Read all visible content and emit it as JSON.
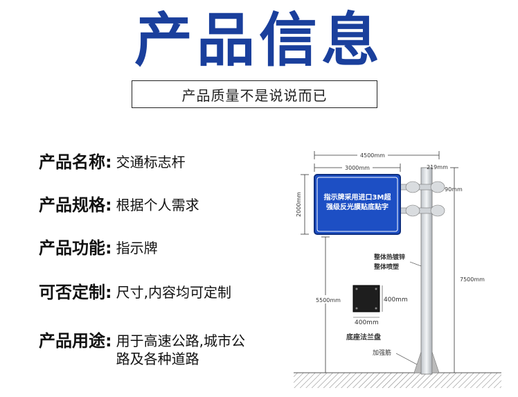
{
  "header": {
    "title": "产品信息",
    "subtitle": "产品质量不是说说而已"
  },
  "specs": [
    {
      "label": "产品名称:",
      "value": "交通标志杆"
    },
    {
      "label": "产品规格:",
      "value": "根据个人需求"
    },
    {
      "label": "产品功能:",
      "value": "指示牌"
    },
    {
      "label": "可否定制:",
      "value": "尺寸,内容均可定制"
    },
    {
      "label": "产品用途:",
      "value": "用于高速公路,城市公路及各种道路"
    }
  ],
  "diagram": {
    "sign_line1": "指示牌采用进口3M超",
    "sign_line2": "强级反光膜贴底贴字",
    "dim_total_width": "4500mm",
    "dim_sign_width": "3000mm",
    "dim_pole_top": "219mm",
    "dim_arm": "90mm",
    "dim_sign_height": "2000mm",
    "dim_clearance": "5500mm",
    "dim_pole_height": "7500mm",
    "dim_flange_h": "400mm",
    "dim_flange_w": "400mm",
    "note_galvanized": "整体热镀锌",
    "note_coated": "整体喷塑",
    "note_flange": "底座法兰盘",
    "note_rib": "加强筋"
  },
  "colors": {
    "title": "#1a3f9c",
    "sign_blue": "#1d4fc4"
  }
}
